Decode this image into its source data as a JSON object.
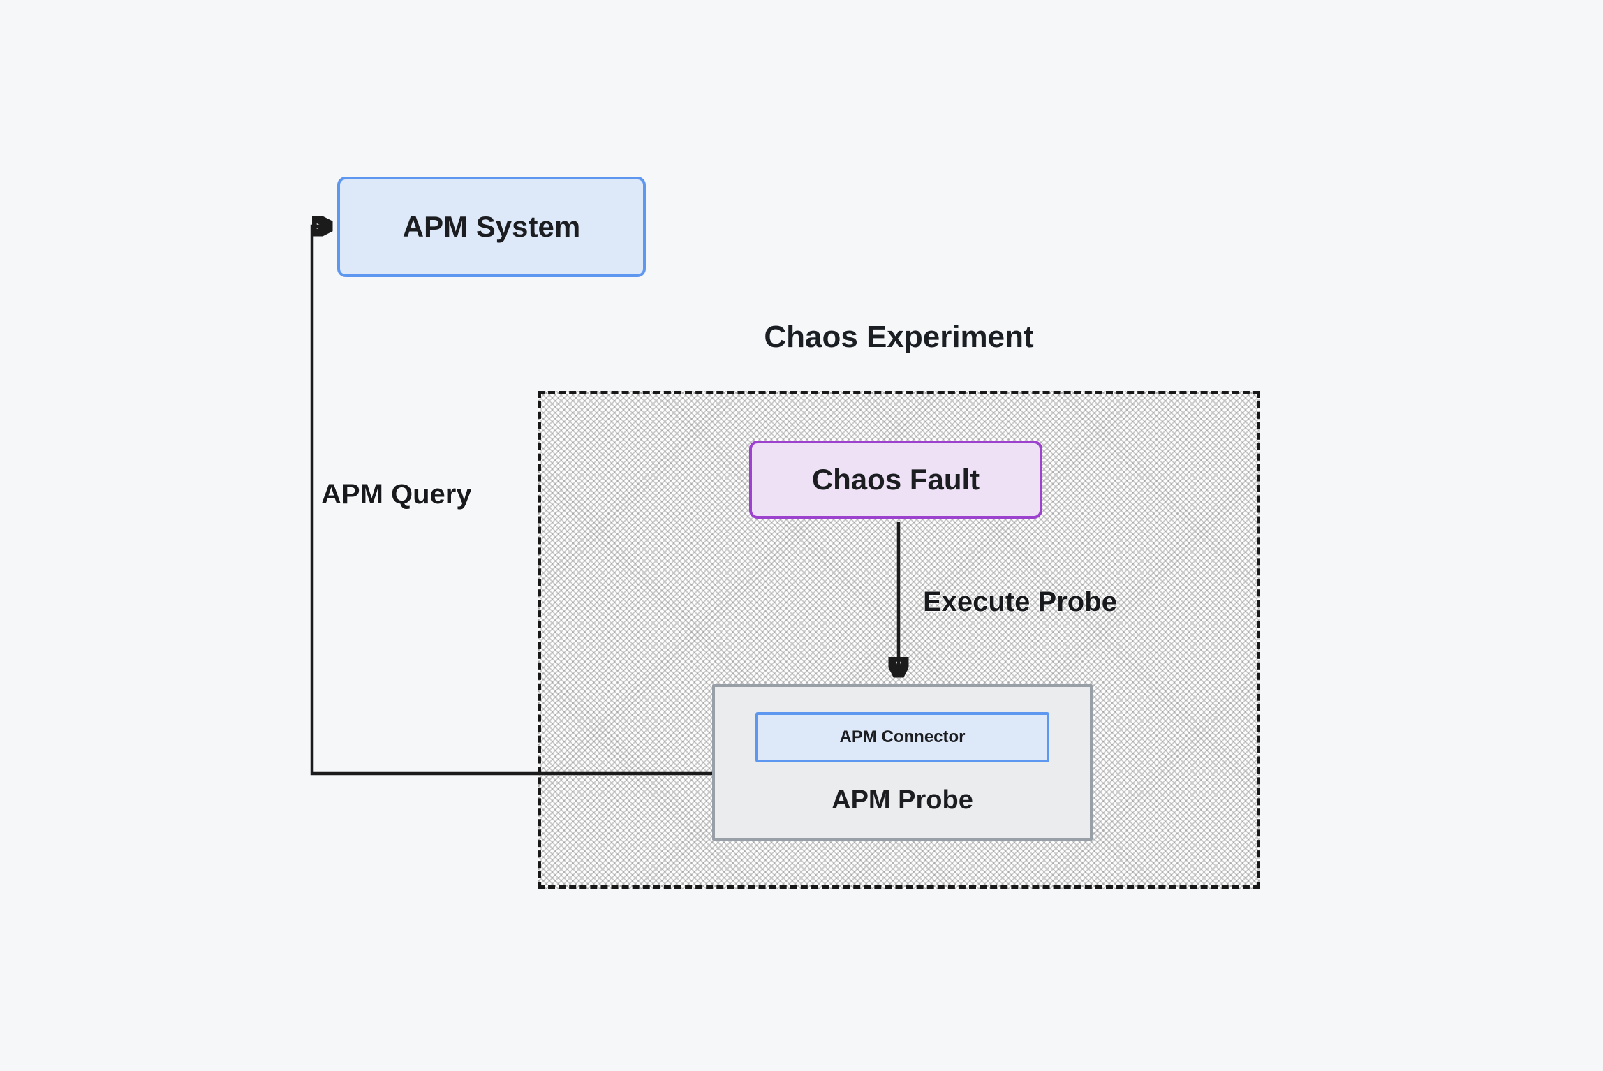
{
  "diagram": {
    "container_title": "Chaos Experiment",
    "nodes": {
      "apm_system": {
        "label": "APM System"
      },
      "chaos_fault": {
        "label": "Chaos Fault"
      },
      "apm_probe": {
        "label": "APM Probe"
      },
      "apm_connector": {
        "label": "APM Connector"
      }
    },
    "edges": {
      "apm_query": {
        "label": "APM Query",
        "from": "apm_connector",
        "to": "apm_system"
      },
      "execute_probe": {
        "label": "Execute Probe",
        "from": "chaos_fault",
        "to": "apm_probe"
      }
    },
    "colors": {
      "background": "#f6f7f9",
      "blue_node_fill": "#dde8f9",
      "blue_node_border": "#5e97ef",
      "purple_node_fill": "#eee1f6",
      "purple_node_border": "#9c42cf",
      "gray_node_fill": "#ebecee",
      "gray_node_border": "#999fa7",
      "edge_line": "#1b1b1b",
      "dashed_border": "#181818"
    }
  }
}
